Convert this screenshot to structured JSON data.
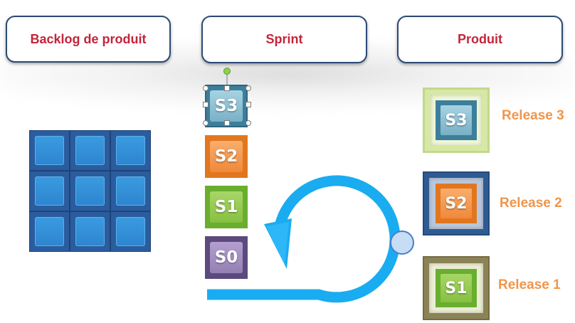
{
  "headers": {
    "backlog": "Backlog de produit",
    "sprint": "Sprint",
    "produit": "Produit"
  },
  "sprints": [
    {
      "label": "S3",
      "color": "#7fb6c9",
      "border": "#3d7f9b"
    },
    {
      "label": "S2",
      "color": "#f28c3c",
      "border": "#d96a17"
    },
    {
      "label": "S1",
      "color": "#8ec64a",
      "border": "#5f9e2a"
    },
    {
      "label": "S0",
      "color": "#9a86b6",
      "border": "#5c4a7e"
    }
  ],
  "releases": [
    {
      "tile": "S3",
      "label": "Release 3"
    },
    {
      "tile": "S2",
      "label": "Release 2"
    },
    {
      "tile": "S1",
      "label": "Release 1"
    }
  ],
  "colors": {
    "header_text": "#c3253a",
    "header_border": "#2b4a73",
    "release_text": "#f0954a",
    "cycle_arrow": "#1aacf0"
  }
}
